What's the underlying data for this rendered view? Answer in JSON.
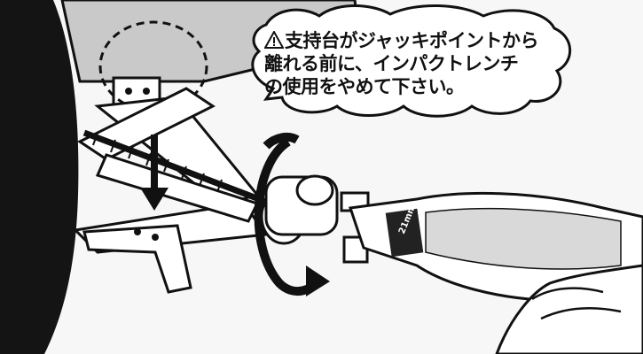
{
  "warning": {
    "icon": "warning-triangle-icon",
    "lines": [
      "支持台がジャッキポイントから",
      "離れる前に、インパクトレンチ",
      "の使用をやめて下さい。"
    ]
  },
  "socket_label": "21mm",
  "colors": {
    "ink": "#111111",
    "tire": "#141414",
    "car_body": "#c9c9c9",
    "background": "#f7f7f7"
  },
  "icons": [
    "downward-arrow-icon",
    "rotation-arrow-icon",
    "dashed-circle-highlight",
    "hand-icon"
  ]
}
